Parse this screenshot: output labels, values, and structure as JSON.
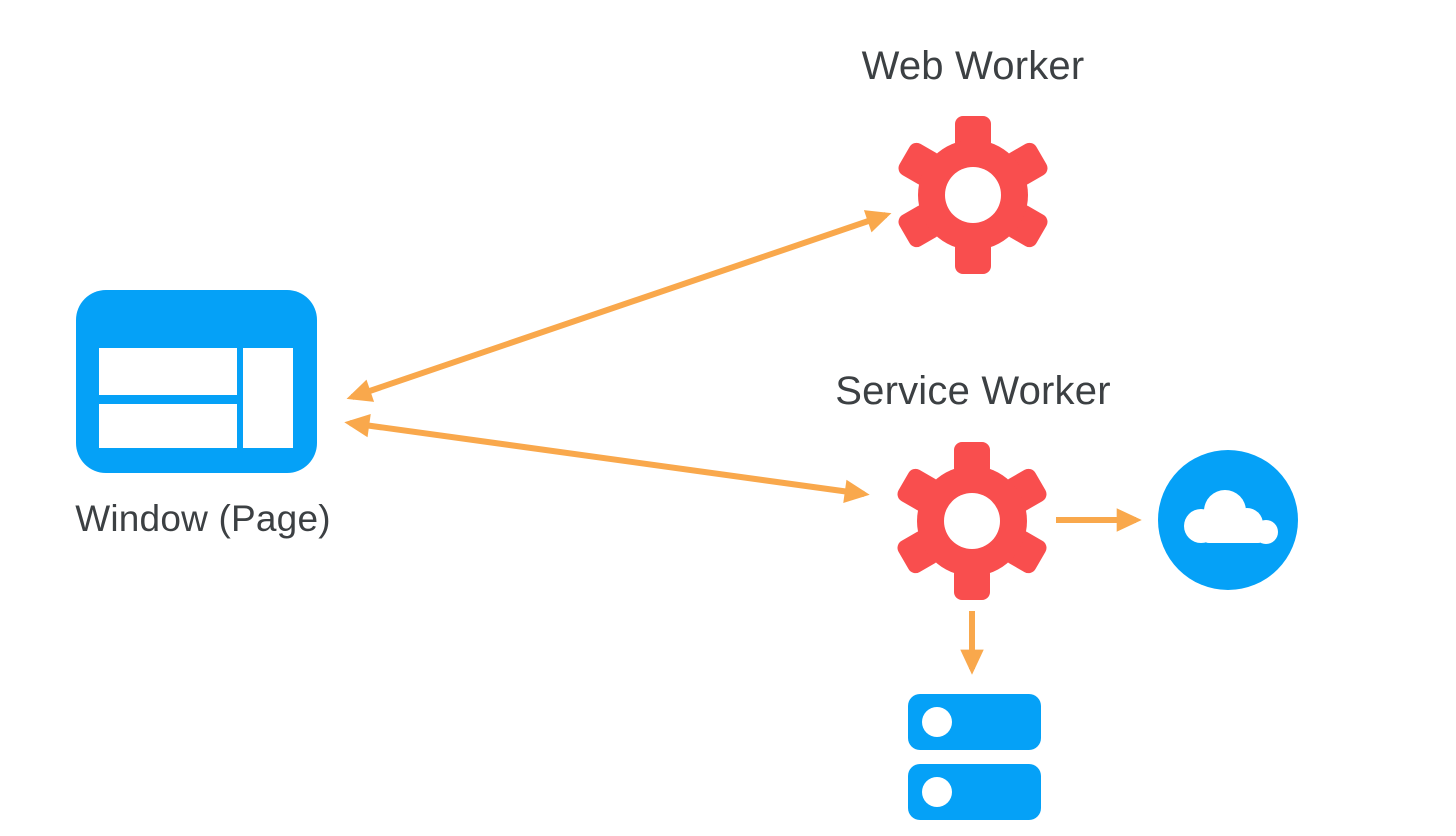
{
  "colors": {
    "background": "#ffffff",
    "blue": "#05A1F7",
    "red": "#F94E4E",
    "orange": "#F9A84C",
    "label": "#3C4043"
  },
  "nodes": {
    "window": {
      "label": "Window (Page)",
      "icon": "browser-window-icon"
    },
    "web_worker": {
      "label": "Web Worker",
      "icon": "gear-icon"
    },
    "service_worker": {
      "label": "Service Worker",
      "icon": "gear-icon"
    },
    "network": {
      "icon": "cloud-icon"
    },
    "storage": {
      "icon": "database-stack-icon"
    }
  },
  "edges": [
    {
      "from": "window",
      "to": "web_worker",
      "bidirectional": true
    },
    {
      "from": "window",
      "to": "service_worker",
      "bidirectional": true
    },
    {
      "from": "service_worker",
      "to": "network",
      "bidirectional": false
    },
    {
      "from": "service_worker",
      "to": "storage",
      "bidirectional": false
    }
  ]
}
